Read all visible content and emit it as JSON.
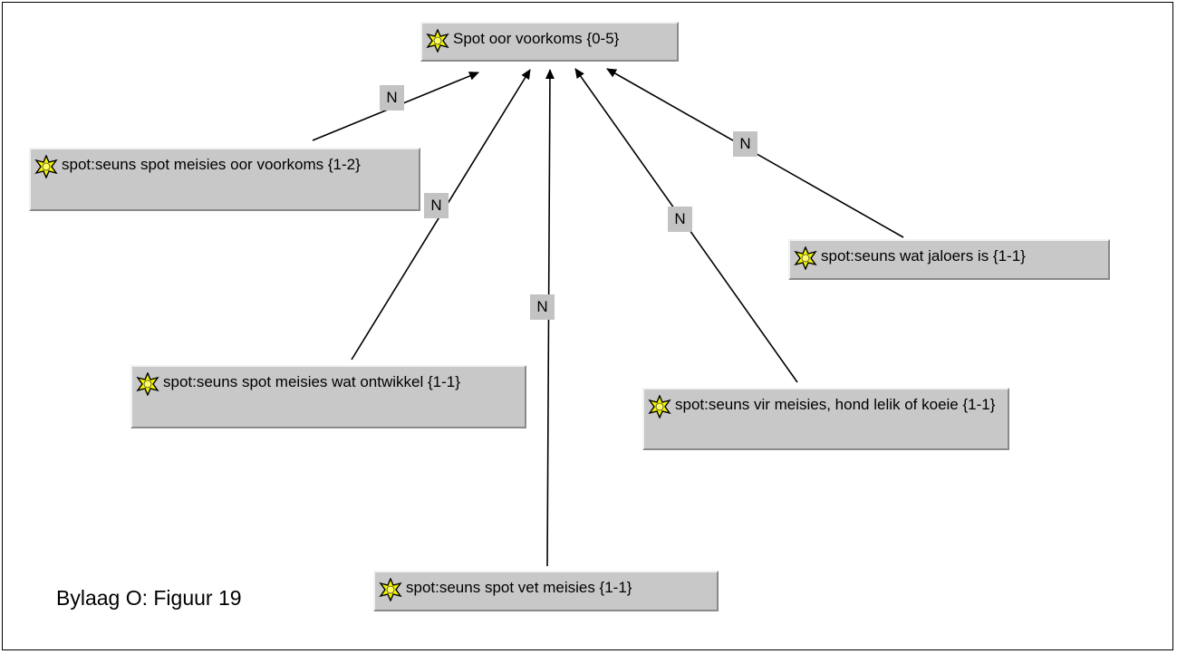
{
  "root": {
    "label": "Spot oor voorkoms {0-5}"
  },
  "children": [
    {
      "id": "c1",
      "label": "spot:seuns spot meisies oor voorkoms {1-2}"
    },
    {
      "id": "c2",
      "label": "spot:seuns spot meisies wat ontwikkel {1-1}"
    },
    {
      "id": "c3",
      "label": "spot:seuns spot vet meisies {1-1}"
    },
    {
      "id": "c4",
      "label": "spot:seuns vir meisies, hond lelik of koeie {1-1}"
    },
    {
      "id": "c5",
      "label": "spot:seuns wat jaloers is {1-1}"
    }
  ],
  "edge_labels": [
    "N",
    "N",
    "N",
    "N",
    "N"
  ],
  "caption": "Bylaag O: Figuur 19",
  "colors": {
    "node_fill": "#c8c8c8",
    "label_fill": "#c3c3c3",
    "icon": "#f5f500",
    "line": "#000000"
  },
  "icon_name": "code-star-icon"
}
